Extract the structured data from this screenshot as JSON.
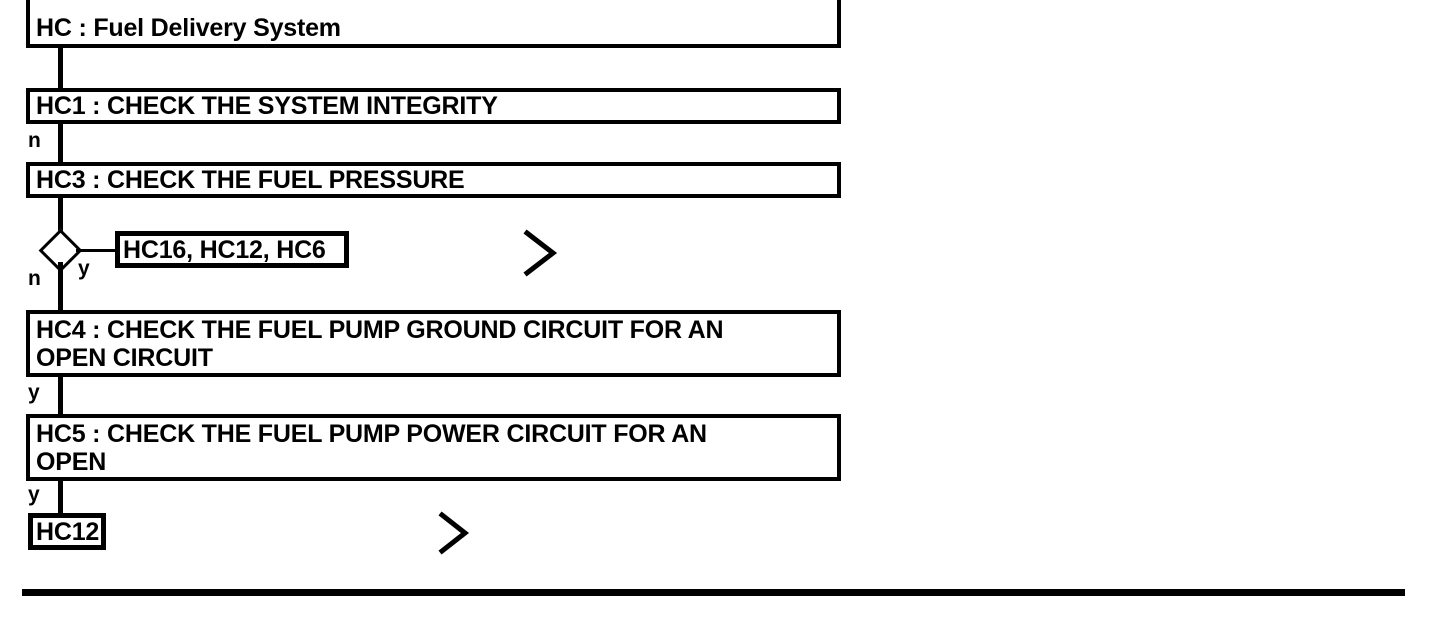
{
  "diagram": {
    "title": "HC : Fuel Delivery System",
    "type": "flowchart",
    "orientation": "top-down",
    "colors": {
      "stroke": "#000000",
      "fill": "#ffffff",
      "text": "#000000"
    },
    "root": {
      "id": "HC",
      "label": "HC : Fuel Delivery System"
    },
    "steps": [
      {
        "id": "HC1",
        "label": "HC1 : CHECK THE SYSTEM INTEGRITY",
        "lines": [
          "HC1 : CHECK THE SYSTEM INTEGRITY"
        ]
      },
      {
        "id": "HC3",
        "label": "HC3 : CHECK THE FUEL PRESSURE",
        "lines": [
          "HC3 : CHECK THE FUEL PRESSURE"
        ]
      },
      {
        "id": "HC4",
        "label": "HC4 : CHECK THE FUEL PUMP GROUND CIRCUIT FOR AN OPEN CIRCUIT",
        "lines": [
          "HC4 : CHECK THE FUEL PUMP GROUND CIRCUIT FOR AN",
          "OPEN CIRCUIT"
        ]
      },
      {
        "id": "HC5",
        "label": "HC5 : CHECK THE FUEL PUMP POWER CIRCUIT FOR AN OPEN",
        "lines": [
          "HC5 : CHECK THE FUEL PUMP POWER CIRCUIT FOR AN",
          "OPEN"
        ]
      }
    ],
    "decision": {
      "id": "HC3-decision",
      "label": "",
      "branch_yes": "y",
      "branch_no": "n"
    },
    "references": [
      {
        "id": "ref-hc16",
        "label": "HC16, HC12, HC6"
      },
      {
        "id": "ref-hc12",
        "label": "HC12"
      }
    ],
    "edge_labels": {
      "hc1_to_hc3": "n",
      "decision_no": "n",
      "decision_yes": "y",
      "hc4_to_hc5": "y",
      "hc5_to_hc12": "y"
    },
    "expand_markers": [
      {
        "id": "expand-hc16",
        "icon": "chevron-right-icon"
      },
      {
        "id": "expand-hc12",
        "icon": "chevron-right-icon"
      }
    ]
  }
}
